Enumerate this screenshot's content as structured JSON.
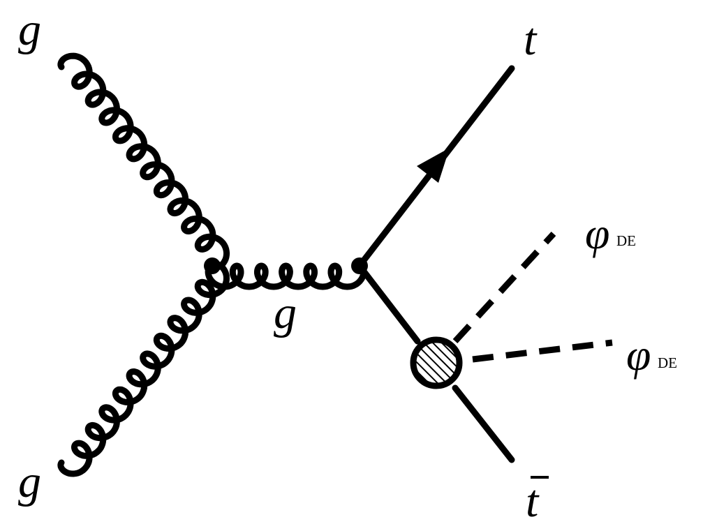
{
  "labels": {
    "gluon_top": "g",
    "gluon_bottom": "g",
    "gluon_internal": "g",
    "top_quark": "t",
    "antitop_symbol": "t",
    "phi_symbol": "φ",
    "phi_subscript": "DE"
  },
  "colors": {
    "line": "#000000",
    "background": "#ffffff"
  }
}
